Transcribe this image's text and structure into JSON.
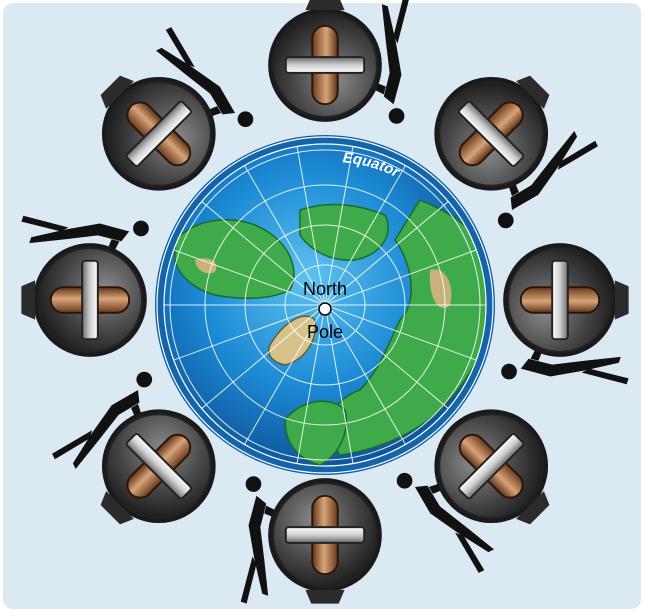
{
  "labels": {
    "equator": "Equator",
    "north": "North",
    "pole": "Pole"
  },
  "colors": {
    "panel_background": "#dbe9f3",
    "ocean": "#1b7fc6",
    "land": "#3faa4a",
    "high_land": "#c8b27a",
    "equator_band": "#1364a8",
    "dial_face": "#4a4a4a",
    "bar_copper": "#a8693a",
    "bar_silver": "#d8d8d8",
    "silhouette": "#111111"
  },
  "gyroscopes": [
    {
      "name": "gyro-top",
      "angle_deg": 0
    },
    {
      "name": "gyro-top-right",
      "angle_deg": 45
    },
    {
      "name": "gyro-right",
      "angle_deg": 90
    },
    {
      "name": "gyro-bottom-right",
      "angle_deg": 135
    },
    {
      "name": "gyro-bottom",
      "angle_deg": 180
    },
    {
      "name": "gyro-bottom-left",
      "angle_deg": 225
    },
    {
      "name": "gyro-left",
      "angle_deg": 270
    },
    {
      "name": "gyro-top-left",
      "angle_deg": 315
    }
  ]
}
